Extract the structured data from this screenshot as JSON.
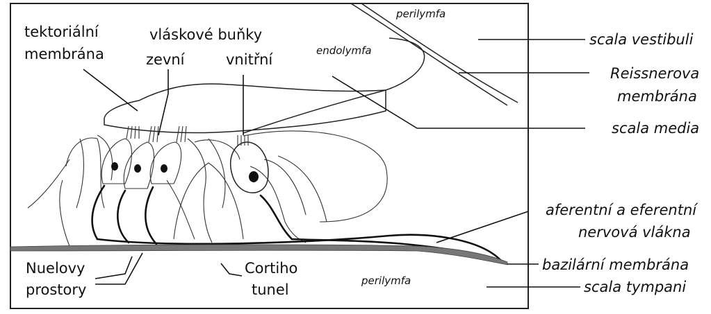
{
  "labels": {
    "perilymfa_top": "perilymfa",
    "endolymfa": "endolymfa",
    "perilymfa_bottom": "perilymfa",
    "tectorial_line1": "tektoriální",
    "tectorial_line2": "membrána",
    "hair_cells_title": "vláskové buňky",
    "hair_cells_outer": "zevní",
    "hair_cells_inner": "vnitřní",
    "scala_vestibuli": "scala vestibuli",
    "reissner_line1": "Reissnerova",
    "reissner_line2": "membrána",
    "scala_media": "scala media",
    "nerve_line1": "aferentní a eferentní",
    "nerve_line2": "nervová vlákna",
    "basilar": "bazilární membrána",
    "scala_tympani": "scala tympani",
    "nuel_line1": "Nuelovy",
    "nuel_line2": "prostory",
    "corti_line1": "Cortiho",
    "corti_line2": "tunel"
  },
  "colors": {
    "ink": "#111111",
    "background": "#ffffff",
    "basilar_shade": "#777777"
  }
}
